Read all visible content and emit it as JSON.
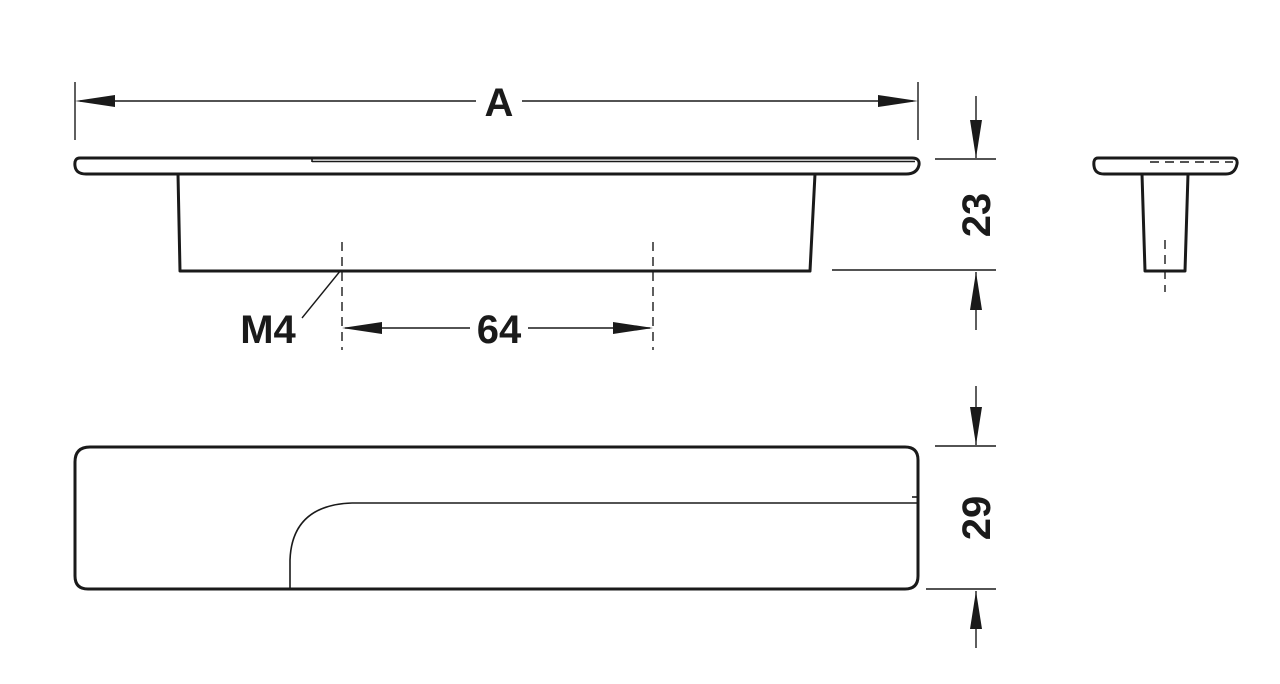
{
  "dimensions": {
    "overall_length": "A",
    "height": "23",
    "hole_spacing": "64",
    "thread": "M4",
    "depth": "29"
  }
}
